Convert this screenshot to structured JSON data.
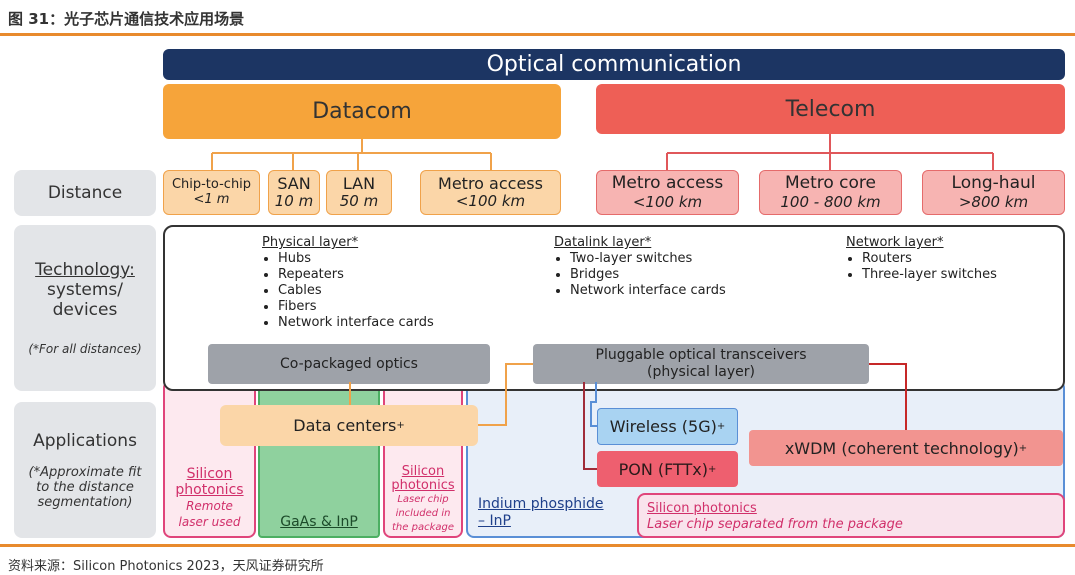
{
  "figure_title": "图 31：光子芯片通信技术应用场景",
  "source": "资料来源：Silicon Photonics 2023，天风证券研究所",
  "header": "Optical communication",
  "datacom": {
    "label": "Datacom",
    "items": [
      {
        "title": "Chip-to-chip",
        "sub": "<1 m"
      },
      {
        "title": "SAN",
        "sub": "10 m"
      },
      {
        "title": "LAN",
        "sub": "50 m"
      },
      {
        "title": "Metro access",
        "sub": "<100 km"
      }
    ]
  },
  "telecom": {
    "label": "Telecom",
    "items": [
      {
        "title": "Metro access",
        "sub": "<100 km"
      },
      {
        "title": "Metro core",
        "sub": "100 - 800 km"
      },
      {
        "title": "Long-haul",
        "sub": ">800 km"
      }
    ]
  },
  "rows": {
    "distance": "Distance",
    "technology_title": "Technology:",
    "technology_line2": "systems/",
    "technology_line3": "devices",
    "technology_note": "(*For all distances)",
    "applications": "Applications",
    "applications_note_1": "(*Approximate fit",
    "applications_note_2": "to the distance",
    "applications_note_3": "segmentation)"
  },
  "layers": {
    "physical": {
      "title": "Physical layer*",
      "items": [
        "Hubs",
        "Repeaters",
        "Cables",
        "Fibers",
        "Network interface cards"
      ]
    },
    "datalink": {
      "title": "Datalink layer*",
      "items": [
        "Two-layer switches",
        "Bridges",
        "Network interface cards"
      ]
    },
    "network": {
      "title": "Network layer*",
      "items": [
        "Routers",
        "Three-layer switches"
      ]
    }
  },
  "co_packaged": "Co-packaged optics",
  "pluggable_1": "Pluggable optical transceivers",
  "pluggable_2": "(physical layer)",
  "apps": {
    "data_centers": "Data centers",
    "data_centers_sup": "+",
    "wireless": "Wireless (5G)",
    "wireless_sup": "+",
    "pon": "PON (FTTx)",
    "pon_sup": "+",
    "xwdm": "xWDM (coherent technology)",
    "xwdm_sup": "+",
    "sp1_title_1": "Silicon",
    "sp1_title_2": "photonics",
    "sp1_sub_1": "Remote",
    "sp1_sub_2": "laser used",
    "gaas": "GaAs & InP",
    "sp2_title_1": "Silicon",
    "sp2_title_2": "photonics",
    "sp2_sub_1": "Laser chip",
    "sp2_sub_2": "included in",
    "sp2_sub_3": "the package",
    "inp_1": "Indium phosphide",
    "inp_2": "– InP",
    "sp3_title": "Silicon photonics",
    "sp3_sub": "Laser chip separated from the package"
  },
  "colors": {
    "navy": "#1c3563",
    "orange": "#f6a43a",
    "red": "#ee5f56",
    "pink": "#e0457b",
    "green": "#8fd19e",
    "blue": "#5a8fd6"
  }
}
